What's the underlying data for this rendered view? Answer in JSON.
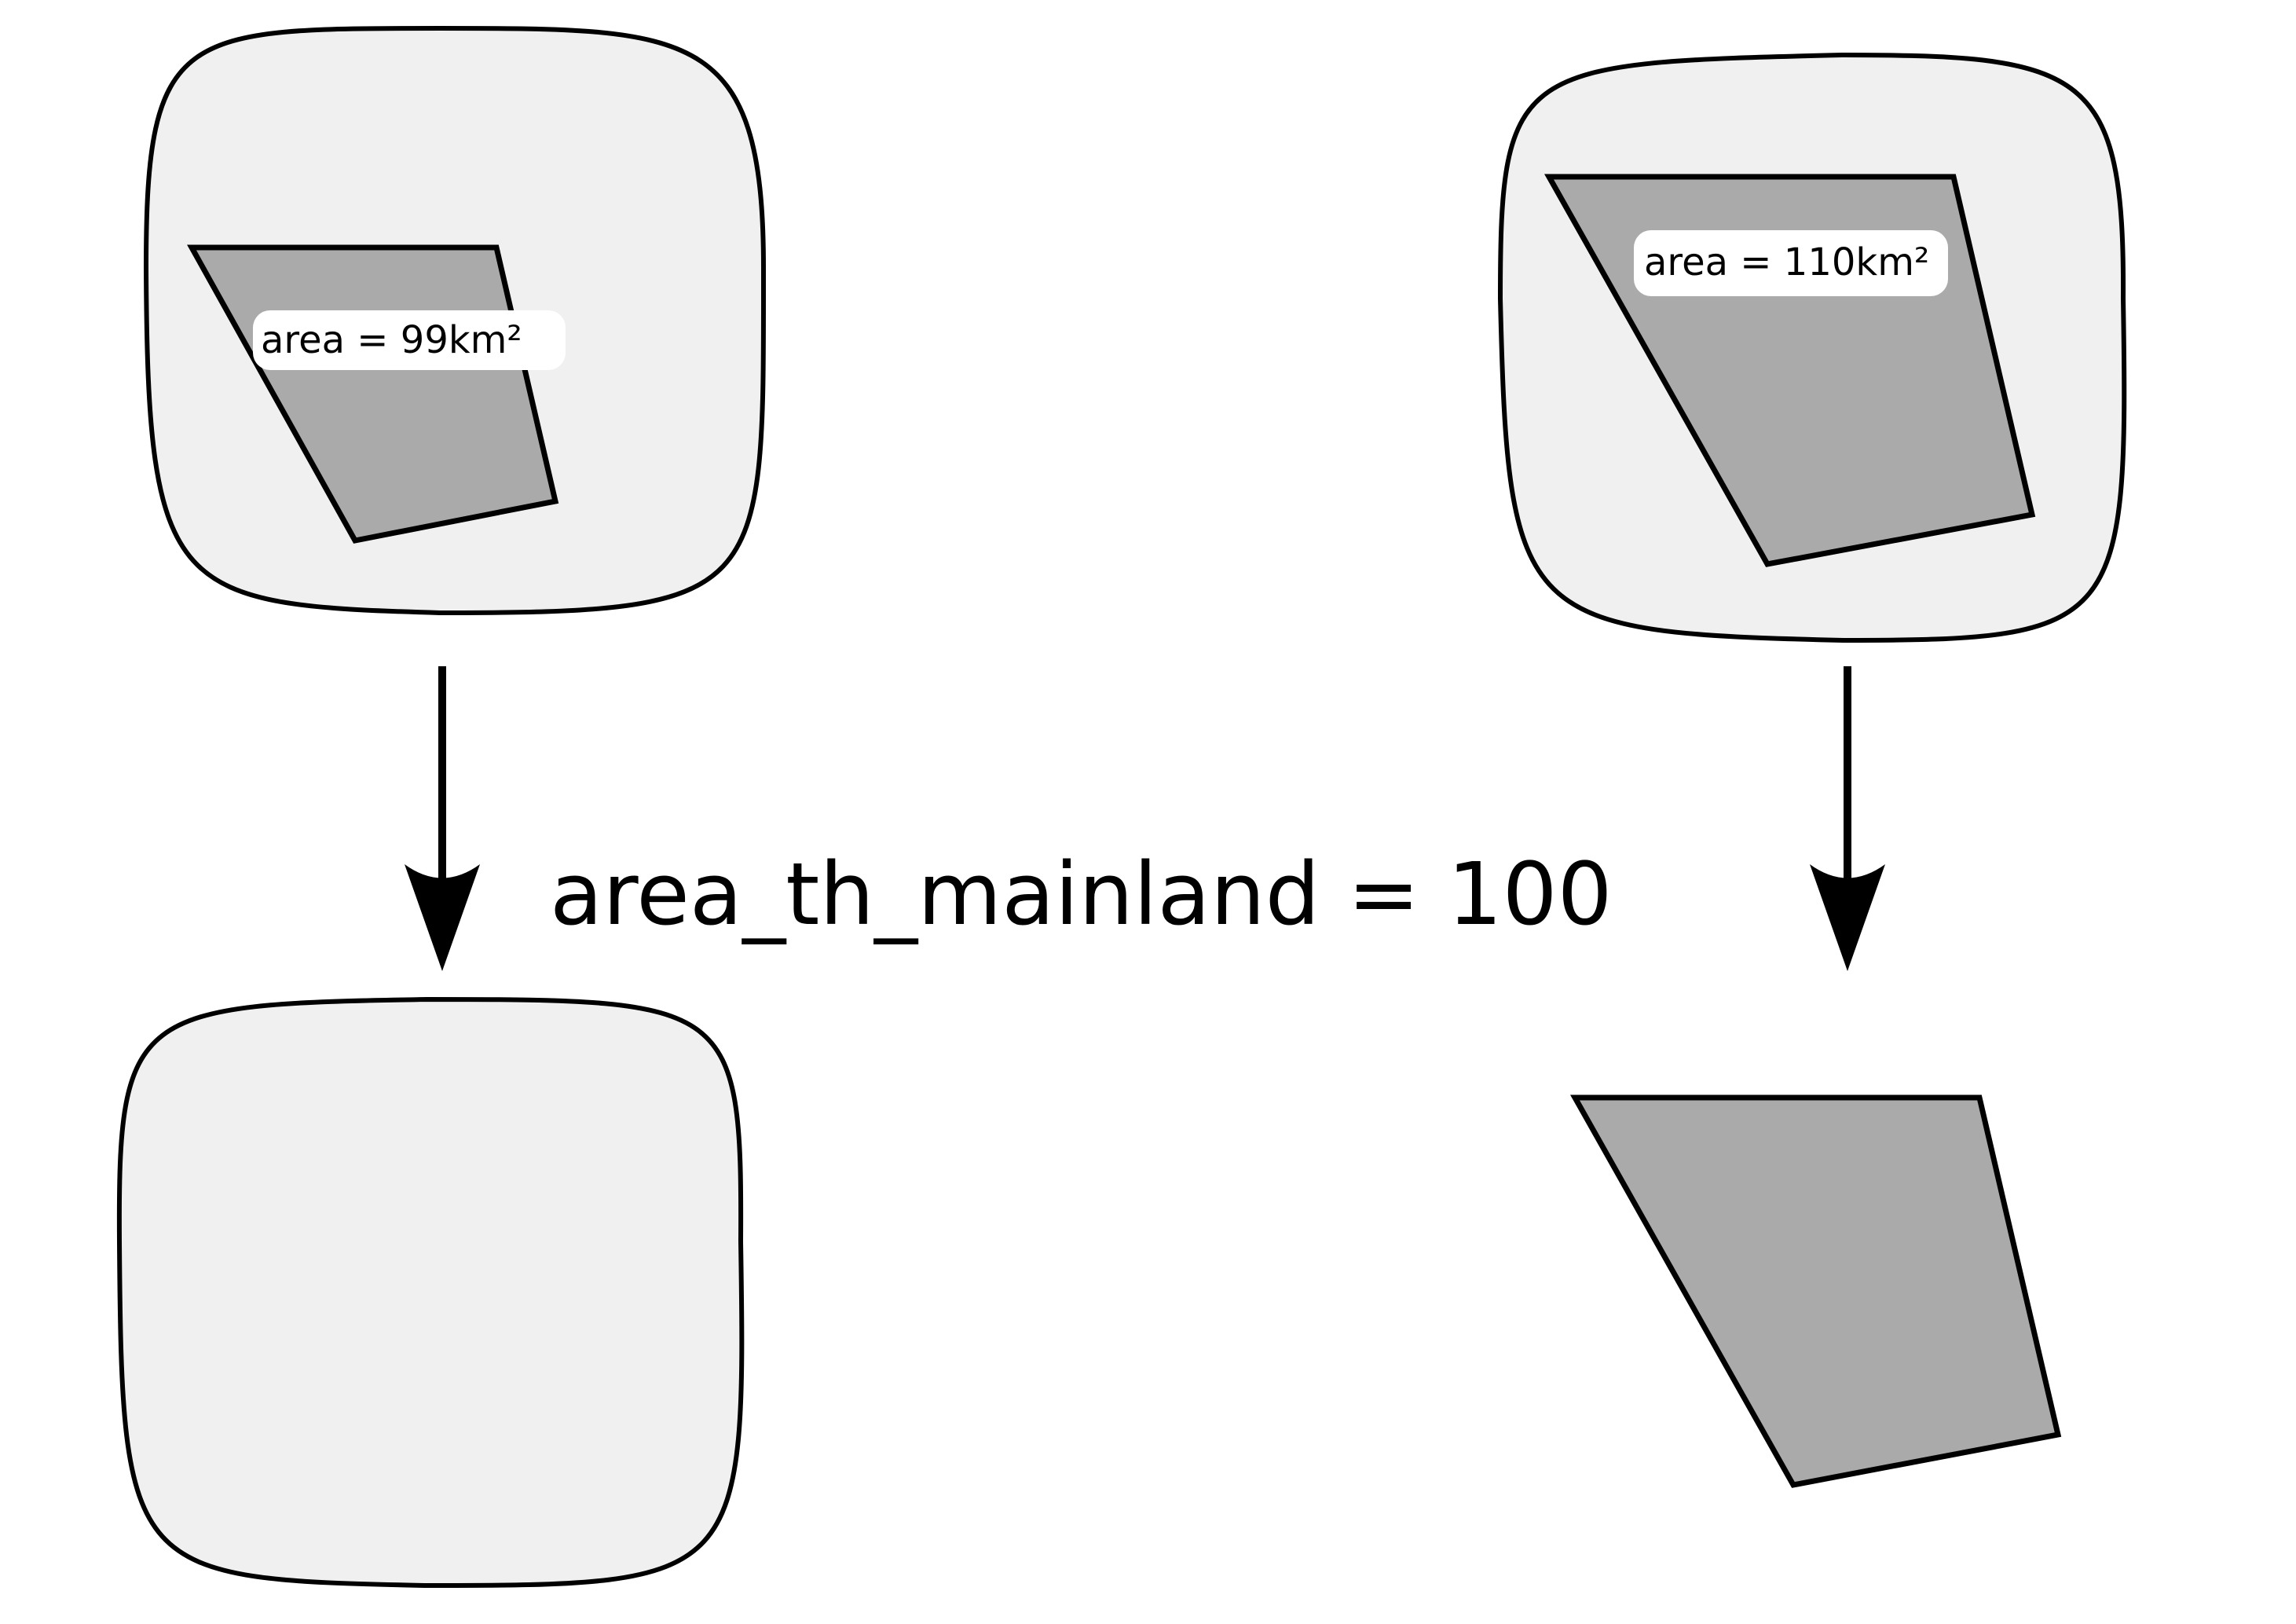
{
  "diagram": {
    "top_left": {
      "area_label": "area = 99km²"
    },
    "top_right": {
      "area_label": "area = 110km²"
    },
    "threshold_label": "area_th_mainland = 100"
  },
  "colors": {
    "island_fill": "#f0f0f0",
    "polygon_fill": "#aaaaaa",
    "outline": "#000000",
    "label_background": "#ffffff"
  }
}
